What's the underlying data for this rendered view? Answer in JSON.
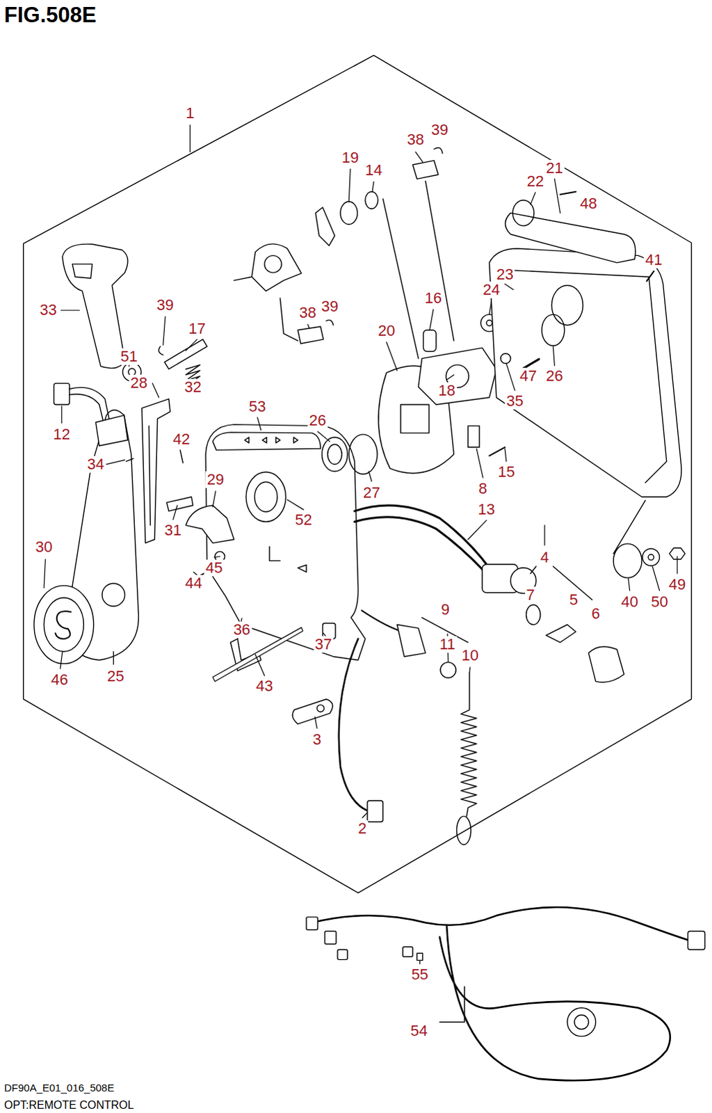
{
  "diagram": {
    "title": "FIG.508E",
    "caption": "OPT:REMOTE CONTROL",
    "labels": [
      "1",
      "38",
      "39",
      "19",
      "14",
      "21",
      "22",
      "48",
      "41",
      "33",
      "39",
      "17",
      "38",
      "39",
      "16",
      "23",
      "24",
      "20",
      "51",
      "28",
      "32",
      "53",
      "26",
      "47",
      "26",
      "35",
      "12",
      "34",
      "42",
      "29",
      "18",
      "8",
      "15",
      "27",
      "13",
      "4",
      "31",
      "52",
      "30",
      "44",
      "45",
      "40",
      "50",
      "49",
      "7",
      "5",
      "6",
      "9",
      "11",
      "10",
      "36",
      "37",
      "46",
      "25",
      "43",
      "3",
      "2",
      "55",
      "54",
      "DF90A_E01_016_508E"
    ]
  }
}
